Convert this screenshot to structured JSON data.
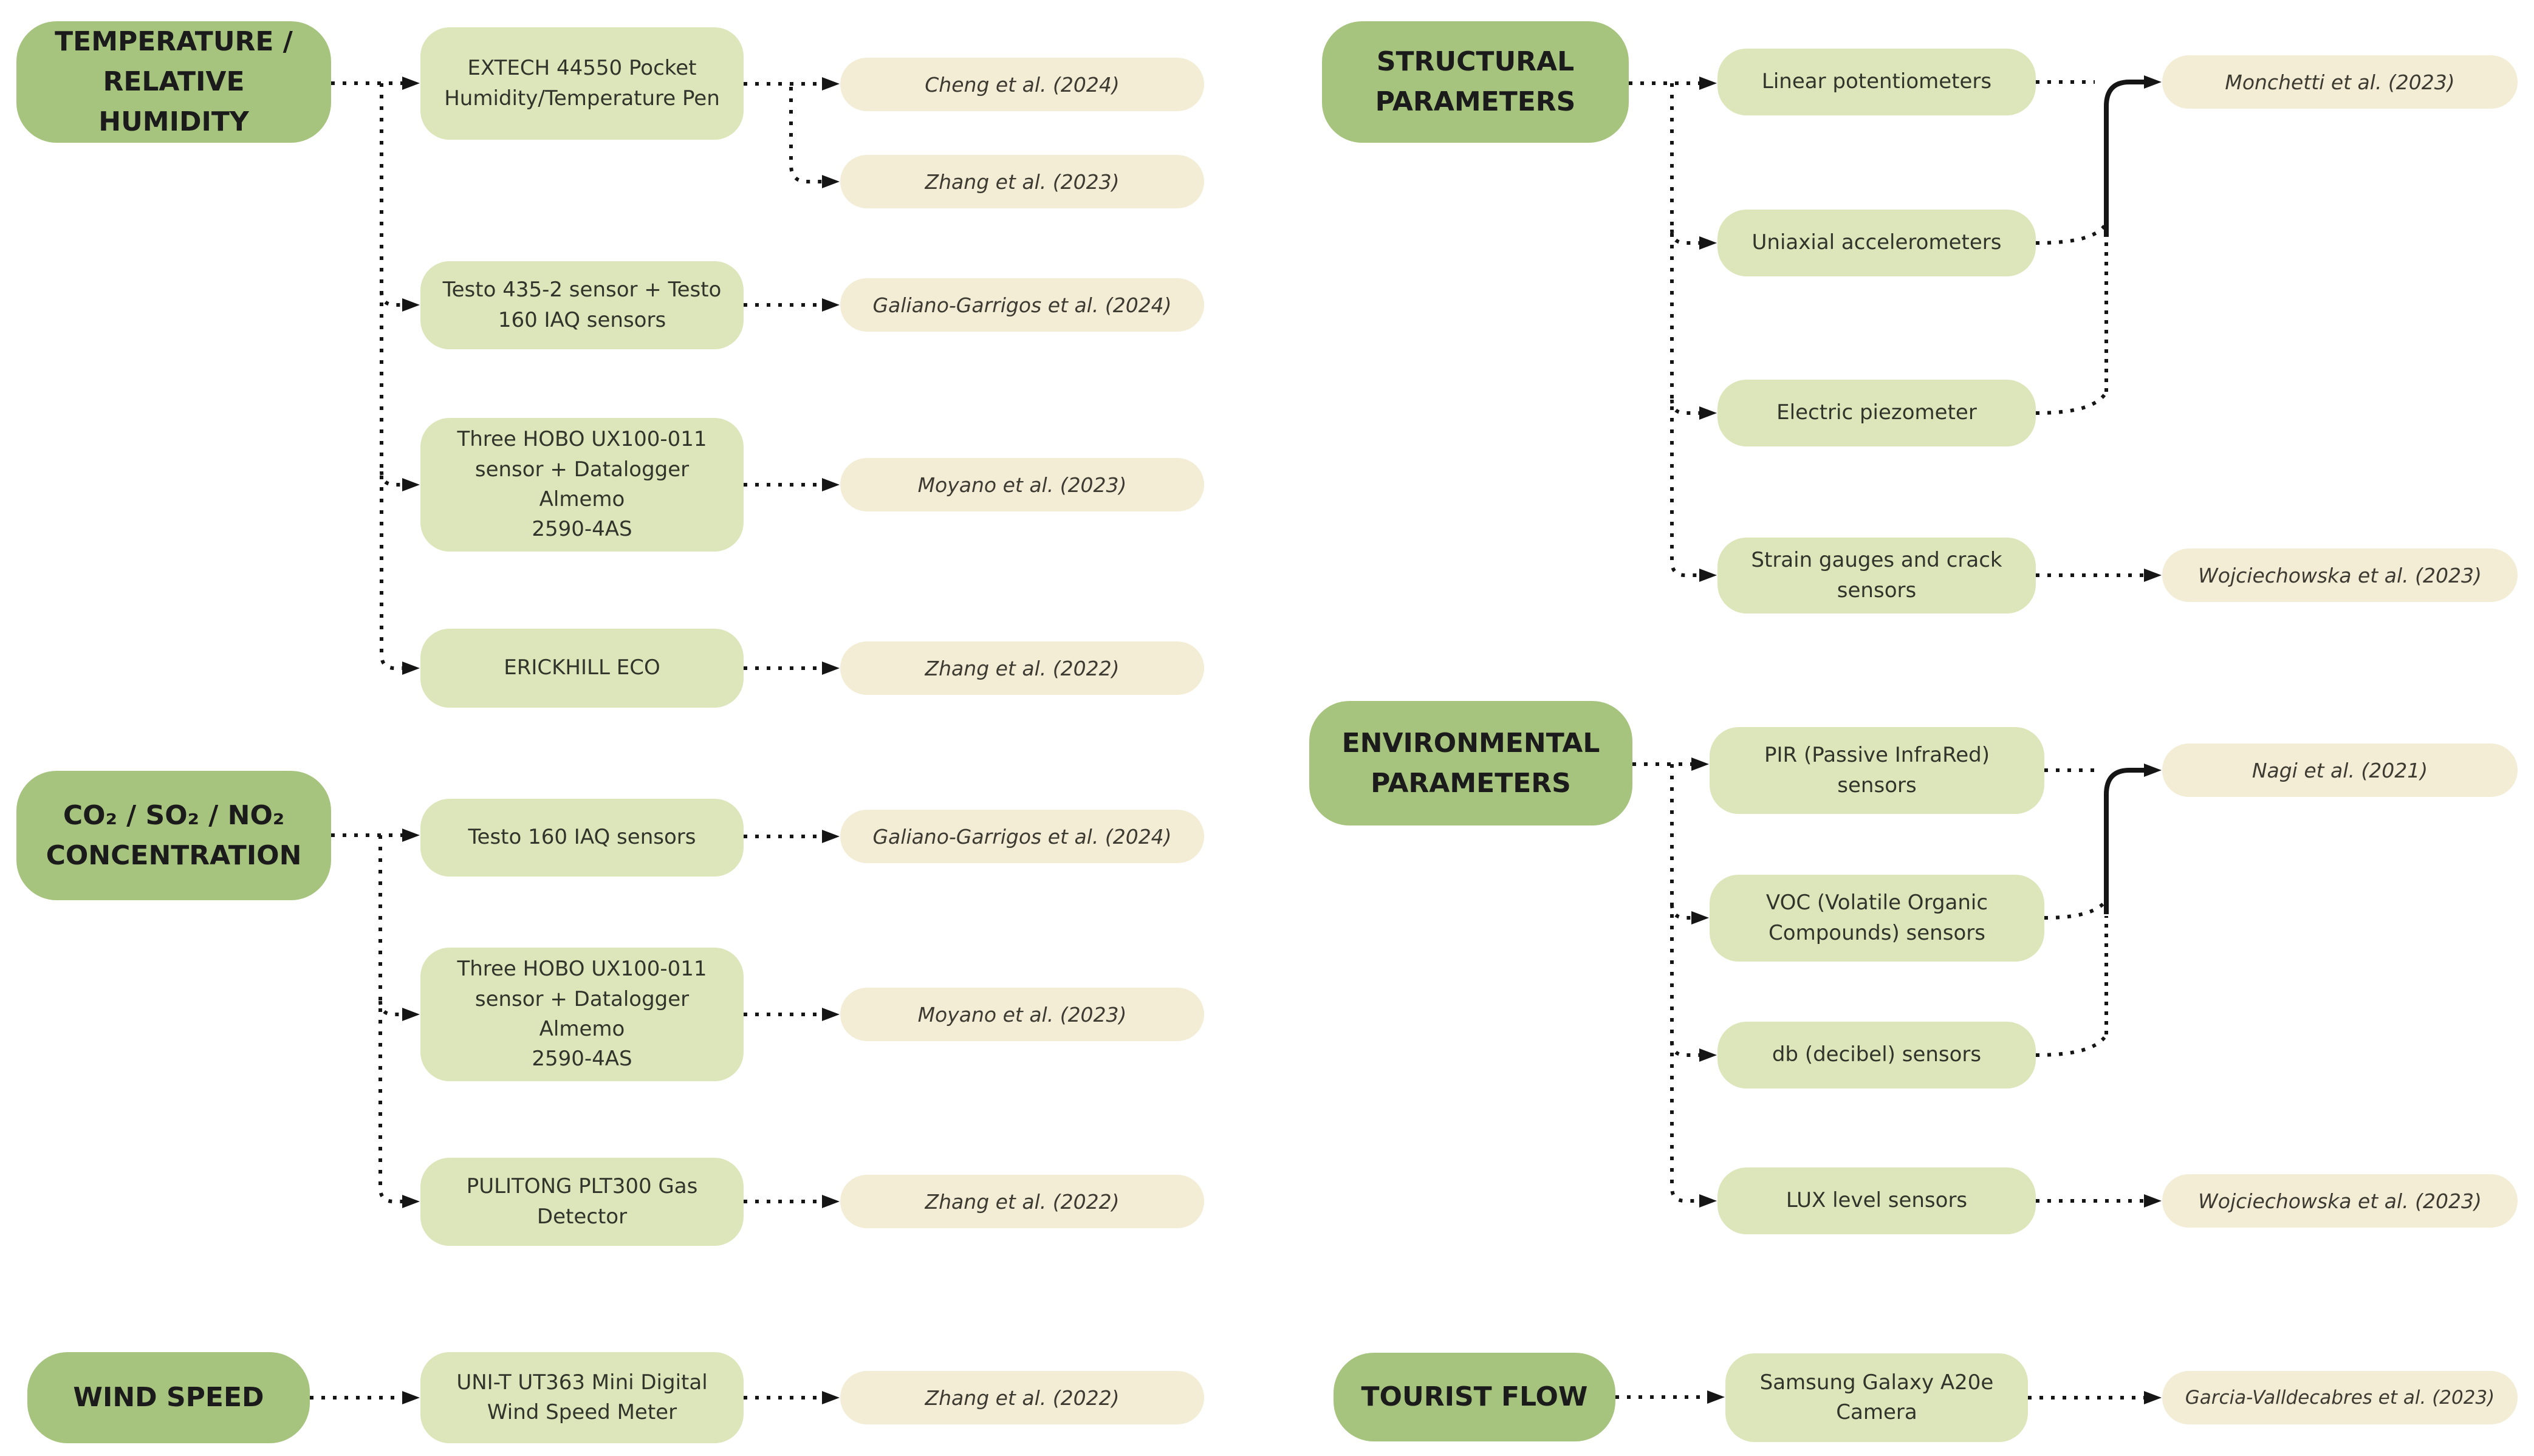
{
  "colors": {
    "cat": "#a7c47e",
    "sensor": "#dde6ba",
    "cite": "#f3edd6",
    "line": "#151515"
  },
  "labels": {
    "cat_temp": "TEMPERATURE /\nRELATIVE HUMIDITY",
    "cat_co2": "CO₂ / SO₂ / NO₂\nCONCENTRATION",
    "cat_wind": "WIND SPEED",
    "cat_struct": "STRUCTURAL\nPARAMETERS",
    "cat_env": "ENVIRONMENTAL\nPARAMETERS",
    "cat_tourist": "TOURIST FLOW",
    "extech": "EXTECH 44550 Pocket\nHumidity/Temperature Pen",
    "testo435": "Testo 435-2 sensor + Testo\n160 IAQ sensors",
    "hobo": "Three HOBO UX100-011\nsensor + Datalogger Almemo\n2590-4AS",
    "erickhill": "ERICKHILL ECO",
    "testo160": "Testo 160 IAQ sensors",
    "pulitong": "PULITONG PLT300 Gas\nDetector",
    "unit_wind": "UNI-T UT363 Mini Digital\nWind Speed Meter",
    "linear_pot": "Linear potentiometers",
    "uniaxial_acc": "Uniaxial accelerometers",
    "electric_piezo": "Electric piezometer",
    "strain_gauges": "Strain gauges and crack\nsensors",
    "pir": "PIR (Passive InfraRed)\nsensors",
    "voc": "VOC (Volatile Organic\nCompounds) sensors",
    "db": "db (decibel) sensors",
    "lux": "LUX level sensors",
    "samsung": "Samsung Galaxy A20e\nCamera",
    "cheng2024": "Cheng et al. (2024)",
    "zhang2023": "Zhang et al. (2023)",
    "galiano2024": "Galiano-Garrigos et al. (2024)",
    "moyano2023": "Moyano et al. (2023)",
    "zhang2022": "Zhang et al. (2022)",
    "monchetti2023": "Monchetti et al. (2023)",
    "wojciechowska2023": "Wojciechowska et al. (2023)",
    "nagi2021": "Nagi et al. (2021)",
    "garcia2023": "Garcia-Valldecabres et al. (2023)"
  }
}
